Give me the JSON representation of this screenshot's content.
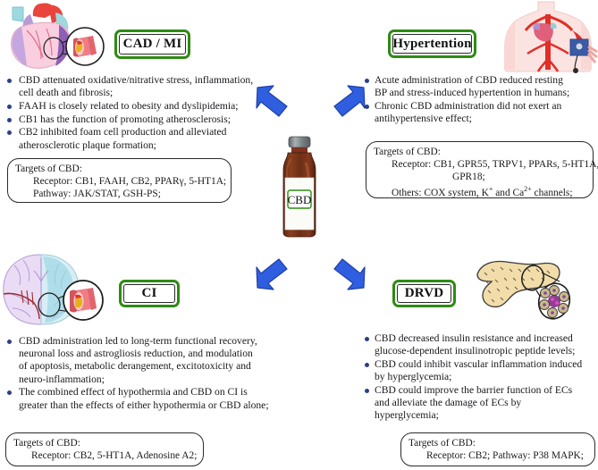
{
  "figure": {
    "center": {
      "bottle_label": "CBD",
      "icon": "cbd-bottle"
    },
    "arrow_color": "#2f5fe0",
    "title_border_color": "#2e8b13"
  },
  "quadrants": [
    {
      "id": "cad-mi",
      "title": "CAD / MI",
      "illustration": "heart-with-vessel-magnifier-icon",
      "bullets": [
        "CBD attenuated oxidative/nitrative stress, inflammation,\ncell death and fibrosis;",
        "FAAH is closely related to obesity and dyslipidemia;",
        "CB1 has the function of promoting atherosclerosis;",
        "CB2 inhibited foam cell production and alleviated\natherosclerotic plaque formation;"
      ],
      "targets": {
        "heading": "Targets of CBD:",
        "lines": [
          "Receptor: CB1, FAAH, CB2, PPARγ, 5-HT1A;",
          "Pathway: JAK/STAT, GSH-PS;"
        ]
      }
    },
    {
      "id": "hypertention",
      "title": "Hypertention",
      "illustration": "torso-blood-pressure-cuff-icon",
      "bullets": [
        "Acute administration of CBD reduced resting\nBP and stress-induced hypertention in humans;",
        "Chronic CBD administration did not exert an\nantihypertensive effect;"
      ],
      "targets": {
        "heading": "Targets of CBD:",
        "line_receptor": "Receptor: CB1, GPR55, TRPV1, PPARs, 5-HT1A,",
        "line_receptor_cont": "GPR18;",
        "line_others_pre": "Others: COX system, K",
        "line_others_sup1": "+",
        "line_others_mid": " and Ca",
        "line_others_sup2": "2+",
        "line_others_post": " channels;"
      }
    },
    {
      "id": "ci",
      "title": "CI",
      "illustration": "brain-with-vessel-magnifier-icon",
      "bullets": [
        "CBD administration led to long‐term functional recovery,\nneuronal loss and astrogliosis reduction, and modulation\nof apoptosis, metabolic derangement, excitotoxicity and\nneuro‐inflammation;",
        "The combined effect of hypothermia and CBD on CI is\ngreater than the effects of either hypothermia or CBD alone;"
      ],
      "targets": {
        "heading": "Targets of CBD:",
        "lines": [
          "Receptor:  CB2, 5-HT1A, Adenosine A2;"
        ]
      }
    },
    {
      "id": "drvd",
      "title": "DRVD",
      "illustration": "pancreas-with-islet-magnifier-icon",
      "bullets": [
        "CBD decreased insulin resistance and increased\nglucose‐dependent insulinotropic peptide levels;",
        "CBD could inhibit vascular inflammation induced\nby hyperglycemia;",
        "CBD  could improve the barrier function of ECs\nand alleviate the damage of ECs by\nhyperglycemia;"
      ],
      "targets": {
        "heading": "Targets of CBD:",
        "lines": [
          "Receptor:  CB2;      Pathway: P38 MAPK;"
        ]
      }
    }
  ]
}
